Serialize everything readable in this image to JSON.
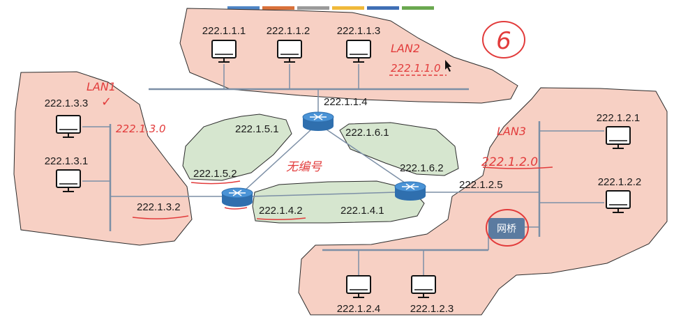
{
  "palette_bar": [
    "#4f86c6",
    "#d9713a",
    "#9a9a9a",
    "#f0b93a",
    "#3f6fb5",
    "#6aa84f"
  ],
  "colors": {
    "region_lan": "#f7d0c4",
    "region_link": "#d6e6cf",
    "line": "#7c8fa6",
    "router": "#3f84c8",
    "annotation": "#e23b3b"
  },
  "lan2": {
    "hosts": [
      "222.1.1.1",
      "222.1.1.2",
      "222.1.1.3"
    ],
    "router_port": "222.1.1.4",
    "label": "LAN2",
    "net": "222.1.1.0"
  },
  "lan1": {
    "hosts": [
      "222.1.3.3",
      "222.1.3.1"
    ],
    "router_port": "222.1.3.2",
    "label": "LAN1",
    "check": "✓",
    "net": "222.1.3.0"
  },
  "lan3": {
    "hosts_right": [
      "222.1.2.1",
      "222.1.2.2"
    ],
    "hosts_bottom": [
      "222.1.2.4",
      "222.1.2.3"
    ],
    "router_port": "222.1.2.5",
    "label": "LAN3",
    "net": "222.1.2.0",
    "bridge": "网桥"
  },
  "links": {
    "r1_r2_top": "222.1.5.1",
    "r1_r2_bottom": "222.1.5.2",
    "r1_r3_top": "222.1.6.1",
    "r1_r3_bottom": "222.1.6.2",
    "r2_r3_left": "222.1.4.2",
    "r2_r3_right": "222.1.4.1",
    "unnumbered_note": "无编号"
  },
  "circled_number": "6"
}
